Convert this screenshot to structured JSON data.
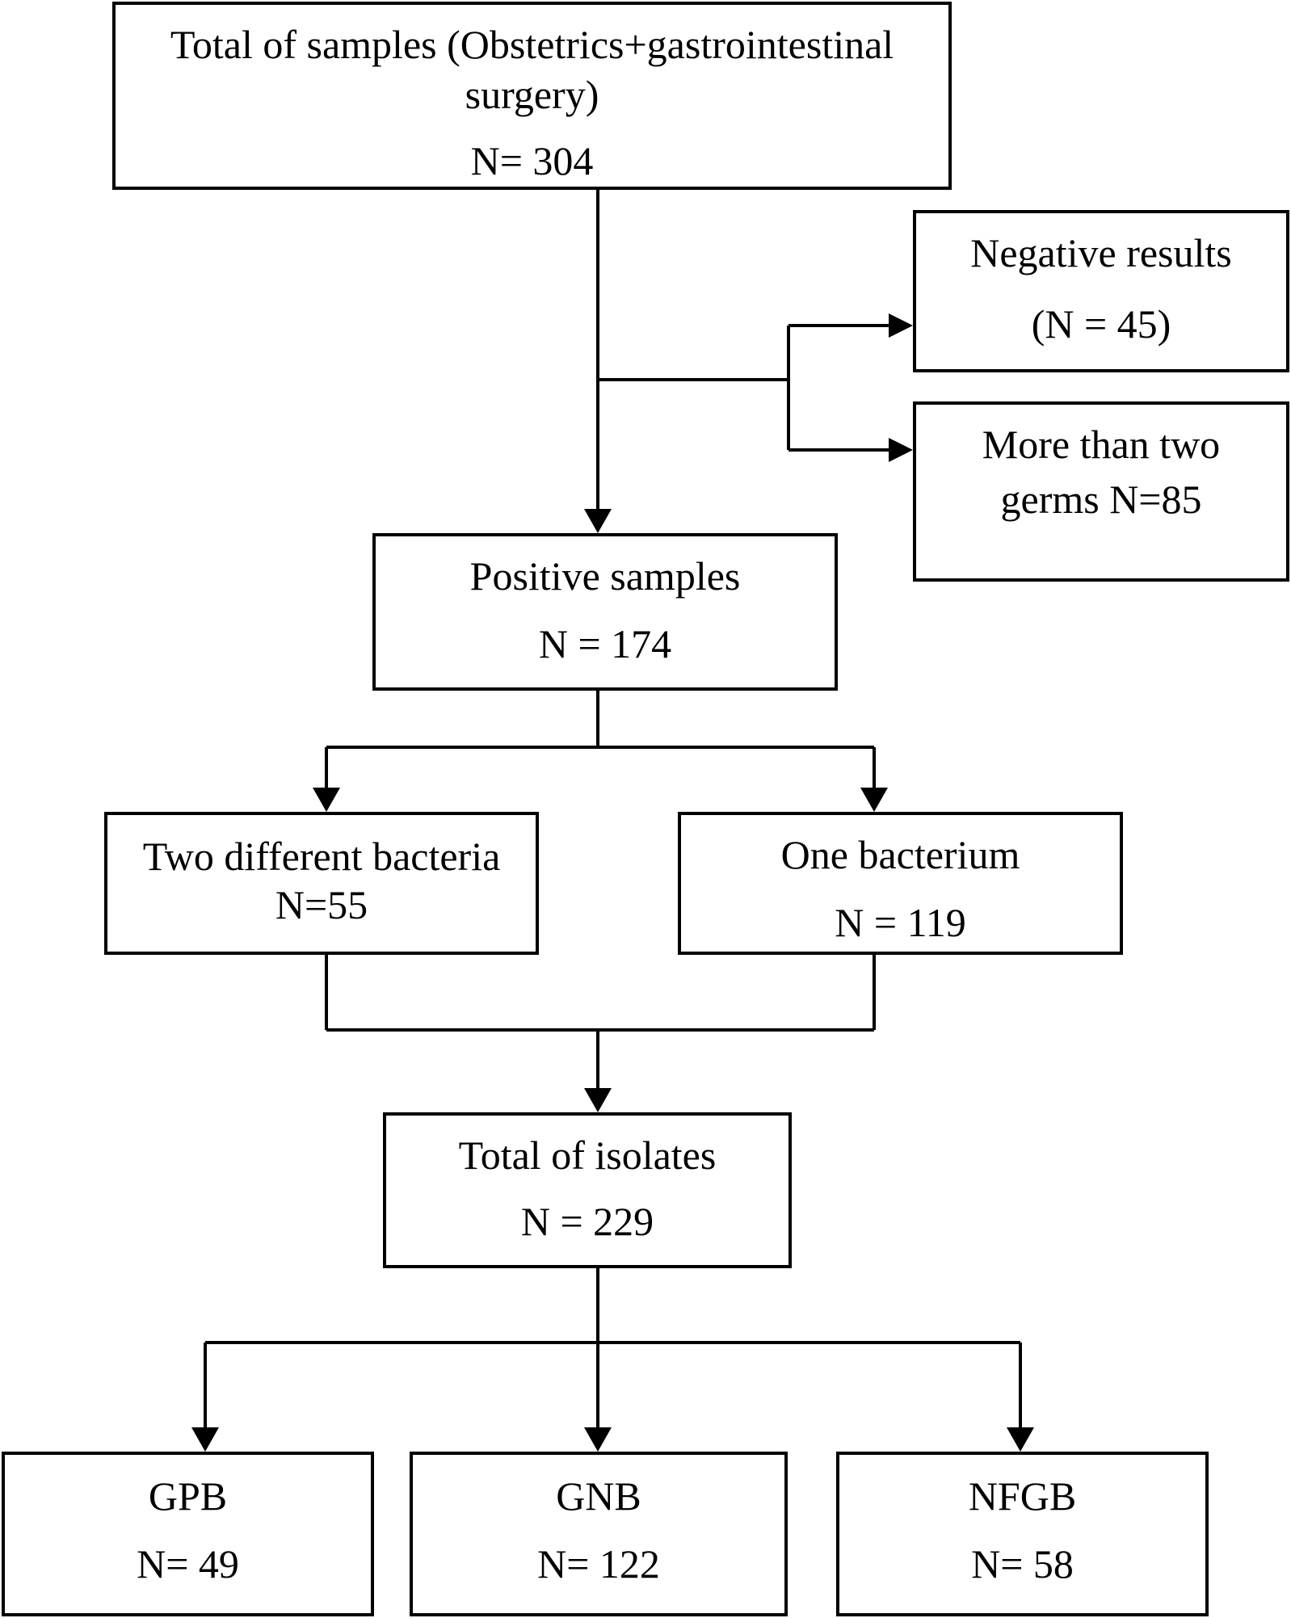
{
  "nodes": {
    "total_samples": {
      "title_line1": "Total of samples (Obstetrics+gastrointestinal",
      "title_line2": "surgery)",
      "count": "N= 304"
    },
    "negative_results": {
      "title": "Negative results",
      "count": "(N = 45)"
    },
    "more_than_two_germs": {
      "title_line1": "More than two",
      "title_line2": "germs N=85"
    },
    "positive_samples": {
      "title": "Positive samples",
      "count": "N = 174"
    },
    "two_different_bacteria": {
      "title": "Two different bacteria",
      "count": "N=55"
    },
    "one_bacterium": {
      "title": "One bacterium",
      "count": "N = 119"
    },
    "total_isolates": {
      "title": "Total of isolates",
      "count": "N = 229"
    },
    "gpb": {
      "title": "GPB",
      "count": "N= 49"
    },
    "gnb": {
      "title": "GNB",
      "count": "N= 122"
    },
    "nfgb": {
      "title": "NFGB",
      "count": "N= 58"
    }
  },
  "edges": [
    {
      "from": "total_samples",
      "to": "positive_samples"
    },
    {
      "from": "total_samples",
      "to": "negative_results"
    },
    {
      "from": "total_samples",
      "to": "more_than_two_germs"
    },
    {
      "from": "positive_samples",
      "to": "two_different_bacteria"
    },
    {
      "from": "positive_samples",
      "to": "one_bacterium"
    },
    {
      "from": "two_different_bacteria",
      "to": "total_isolates"
    },
    {
      "from": "one_bacterium",
      "to": "total_isolates"
    },
    {
      "from": "total_isolates",
      "to": "gpb"
    },
    {
      "from": "total_isolates",
      "to": "gnb"
    },
    {
      "from": "total_isolates",
      "to": "nfgb"
    }
  ],
  "colors": {
    "stroke": "#000000",
    "background": "#ffffff",
    "text": "#000000"
  }
}
